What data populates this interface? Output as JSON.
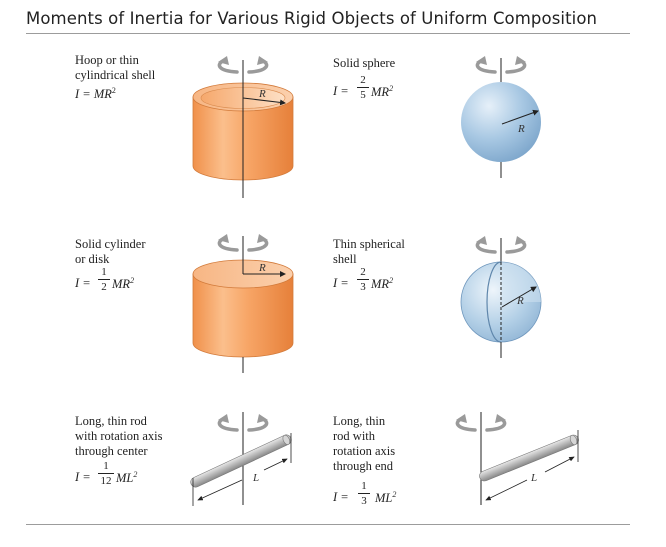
{
  "title": "Moments of Inertia for Various Rigid Objects of Uniform Composition",
  "objects": [
    {
      "name_lines": [
        "Hoop or thin",
        "cylindrical shell"
      ],
      "formula": {
        "lhs": "I = ",
        "num": "",
        "den": "",
        "rhs": "MR",
        "exp": "2"
      },
      "dim_label": "R"
    },
    {
      "name_lines": [
        "Solid sphere"
      ],
      "formula": {
        "lhs": "I = ",
        "num": "2",
        "den": "5",
        "rhs": "MR",
        "exp": "2"
      },
      "dim_label": "R"
    },
    {
      "name_lines": [
        "Solid cylinder",
        "or disk"
      ],
      "formula": {
        "lhs": "I = ",
        "num": "1",
        "den": "2",
        "rhs": "MR",
        "exp": "2"
      },
      "dim_label": "R"
    },
    {
      "name_lines": [
        "Thin spherical",
        "shell"
      ],
      "formula": {
        "lhs": "I = ",
        "num": "2",
        "den": "3",
        "rhs": "MR",
        "exp": "2"
      },
      "dim_label": "R"
    },
    {
      "name_lines": [
        "Long, thin rod",
        "with rotation axis",
        "through center"
      ],
      "formula": {
        "lhs": "I = ",
        "num": "1",
        "den": "12",
        "rhs": "ML",
        "exp": "2"
      },
      "dim_label": "L"
    },
    {
      "name_lines": [
        "Long, thin",
        "rod with",
        "rotation axis",
        "through end"
      ],
      "formula": {
        "lhs": "I = ",
        "num": "1",
        "den": "3",
        "rhs": "ML",
        "exp": "2"
      },
      "dim_label": "L"
    }
  ],
  "colors": {
    "cylinder_orange": "#f5a260",
    "cylinder_top": "#f8c49a",
    "sphere_blue": "#9ec1df",
    "sphere_light": "#dcebf7",
    "rod_gray": "#b9b9b9",
    "arrow_gray": "#9a9a9a"
  }
}
